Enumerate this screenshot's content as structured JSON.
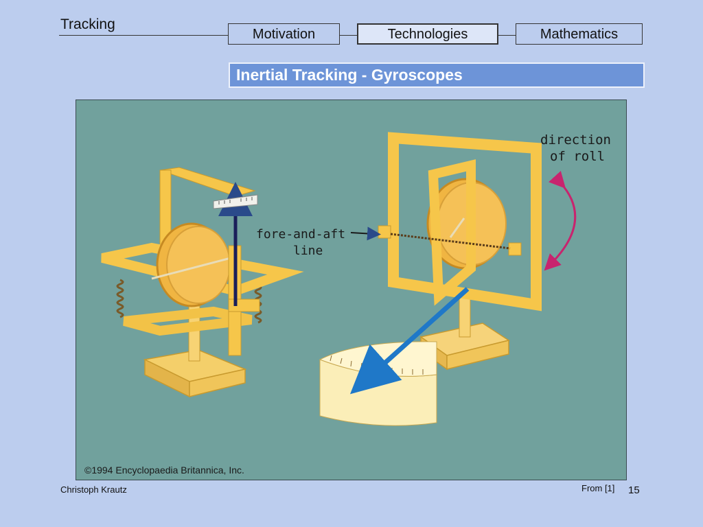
{
  "header": {
    "section": "Tracking",
    "tabs": [
      {
        "label": "Motivation",
        "active": false
      },
      {
        "label": "Technologies",
        "active": true
      },
      {
        "label": "Mathematics",
        "active": false
      }
    ]
  },
  "slide": {
    "title": "Inertial Tracking - Gyroscopes"
  },
  "figure": {
    "label_direction_line1": "direction",
    "label_direction_line2": "of roll",
    "label_foreaft_line1": "fore-and-aft",
    "label_foreaft_line2": "line",
    "copyright": "©1994 Encyclopaedia Britannica, Inc."
  },
  "footer": {
    "author": "Christoph Krautz",
    "reference": "From [1]",
    "page": "15"
  },
  "colors": {
    "background": "#bccdee",
    "title_bar": "#6d94d8",
    "figure_bg": "#71a19d",
    "frame_yellow": "#f6c64a",
    "arrow_blue": "#1f78c8",
    "arrow_magenta": "#c8246e"
  }
}
